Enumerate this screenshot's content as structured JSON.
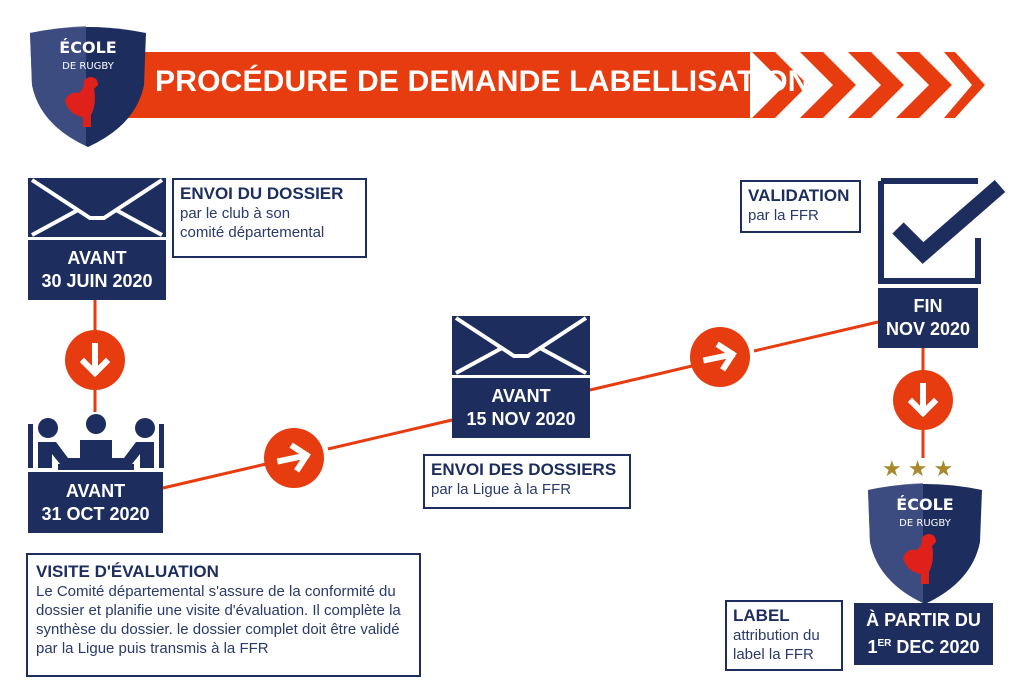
{
  "colors": {
    "navy": "#1d2d5e",
    "orange": "#e63c0f",
    "gold": "#a8892c",
    "rooster": "#e0201b"
  },
  "header": {
    "title": "PROCÉDURE DE DEMANDE LABELLISATION",
    "logo": {
      "line1": "ÉCOLE",
      "line2": "DE RUGBY"
    }
  },
  "steps": {
    "envoi_dossier": {
      "icon": "envelope-icon",
      "date_line1": "AVANT",
      "date_line2": "30 JUIN 2020",
      "title": "ENVOI DU DOSSIER",
      "desc_line1": "par le club à son",
      "desc_line2": "comité départemental"
    },
    "visite": {
      "icon": "meeting-icon",
      "date_line1": "AVANT",
      "date_line2": "31 OCT 2020",
      "title": "VISITE D'ÉVALUATION",
      "desc": "Le Comité départemental s'assure de la conformité du dossier et planifie une visite d'évaluation. Il complète la synthèse du dossier. le dossier complet doit être validé par la Ligue puis transmis à la FFR"
    },
    "envoi_dossiers": {
      "icon": "envelope-icon",
      "date_line1": "AVANT",
      "date_line2": "15 NOV 2020",
      "title": "ENVOI DES DOSSIERS",
      "desc": "par la Ligue à la FFR"
    },
    "validation": {
      "icon": "checkmark-icon",
      "date_line1": "FIN",
      "date_line2": "NOV 2020",
      "title": "VALIDATION",
      "desc": "par la  FFR"
    },
    "label": {
      "icon": "school-shield-logo",
      "stars": 3,
      "date_line1": "À PARTIR DU",
      "date_day": "1",
      "date_sup": "ER",
      "date_rest": " DEC 2020",
      "title": "LABEL",
      "desc_line1": "attribution du",
      "desc_line2": "label la FFR",
      "logo": {
        "line1": "ÉCOLE",
        "line2": "DE RUGBY"
      }
    }
  }
}
